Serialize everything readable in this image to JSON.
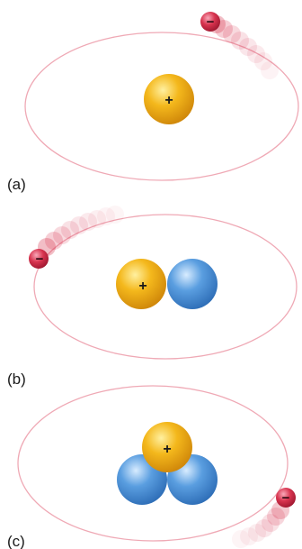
{
  "panels": [
    {
      "label": "(a)",
      "particles": [
        {
          "kind": "proton",
          "sign": "+"
        }
      ],
      "electron": {
        "sign": "−"
      }
    },
    {
      "label": "(b)",
      "particles": [
        {
          "kind": "proton",
          "sign": "+"
        },
        {
          "kind": "neutron",
          "sign": ""
        }
      ],
      "electron": {
        "sign": "−"
      }
    },
    {
      "label": "(c)",
      "particles": [
        {
          "kind": "neutron",
          "sign": ""
        },
        {
          "kind": "neutron",
          "sign": ""
        },
        {
          "kind": "proton",
          "sign": "+"
        }
      ],
      "electron": {
        "sign": "−"
      }
    }
  ],
  "colors": {
    "proton": "#f4b81c",
    "proton_dark": "#d0880a",
    "proton_light": "#fff0a0",
    "neutron": "#5a9ee0",
    "neutron_dark": "#2f6fb8",
    "neutron_light": "#d8ecff",
    "electron": "#d8344f",
    "electron_light": "#f8a8b8",
    "orbit": "#ec9aa8"
  }
}
